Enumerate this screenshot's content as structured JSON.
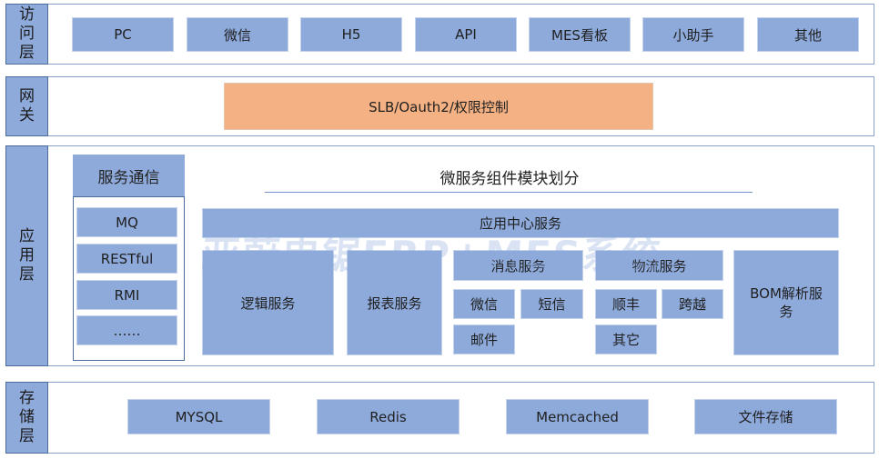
{
  "access": {
    "label": "访问层",
    "items": [
      "PC",
      "微信",
      "H5",
      "API",
      "MES看板",
      "小助手",
      "其他"
    ]
  },
  "gateway": {
    "label": "网关",
    "box": "SLB/Oauth2/权限控制"
  },
  "app": {
    "label": "应用层",
    "comm": {
      "title": "服务通信",
      "items": [
        "MQ",
        "RESTful",
        "RMI",
        "……"
      ]
    },
    "micro_title": "微服务组件模块划分",
    "center": "应用中心服务",
    "logic": "逻辑服务",
    "report": "报表服务",
    "message": {
      "title": "消息服务",
      "wechat": "微信",
      "sms": "短信",
      "mail": "邮件"
    },
    "logistics": {
      "title": "物流服务",
      "sf": "顺丰",
      "cross": "跨越",
      "other": "其它"
    },
    "bom": "BOM解析服务"
  },
  "storage": {
    "label": "存储层",
    "items": [
      "MYSQL",
      "Redis",
      "Memcached",
      "文件存储"
    ]
  },
  "watermark": "亚蔚电锯ERP+MES系统",
  "colors": {
    "box_blue": "#8eaadb",
    "gateway_orange": "#f4b183",
    "border_blue": "#4d6c9e"
  }
}
